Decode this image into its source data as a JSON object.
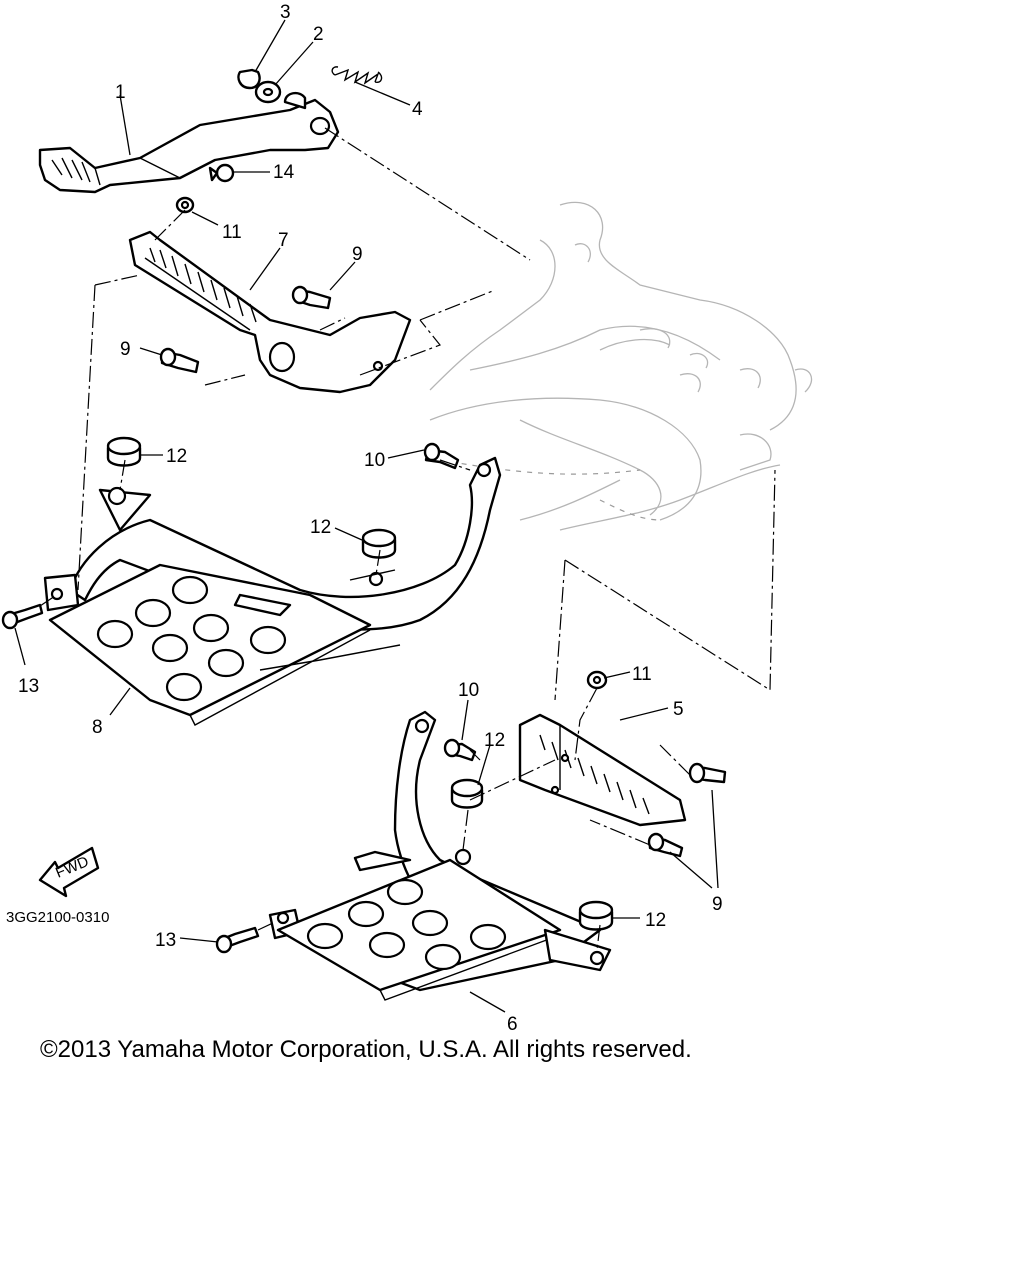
{
  "callouts": {
    "c1": "1",
    "c2": "2",
    "c3": "3",
    "c4": "4",
    "c5": "5",
    "c6": "6",
    "c7": "7",
    "c8": "8",
    "c9a": "9",
    "c9b": "9",
    "c9c": "9",
    "c10a": "10",
    "c10b": "10",
    "c11a": "11",
    "c11b": "11",
    "c12a": "12",
    "c12b": "12",
    "c12c": "12",
    "c12d": "12",
    "c13a": "13",
    "c13b": "13",
    "c14": "14"
  },
  "fwd_label": "FWD",
  "diagram_code": "3GG2100-0310",
  "copyright": "©2013 Yamaha Motor Corporation, U.S.A. All rights reserved."
}
